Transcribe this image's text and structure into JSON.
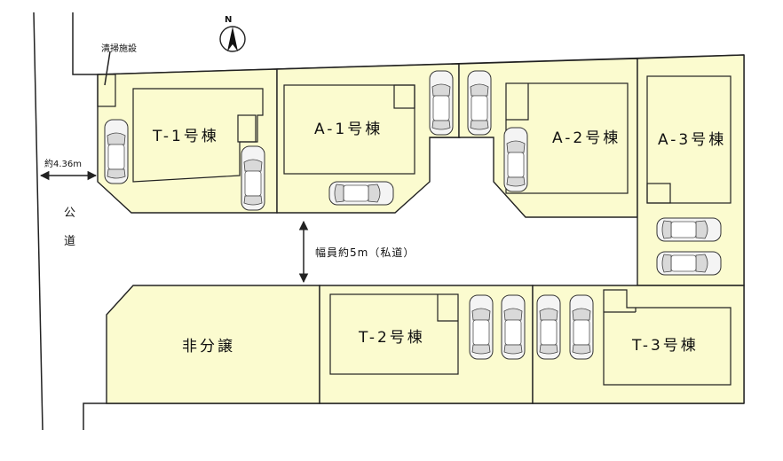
{
  "compass": {
    "north_label": "N"
  },
  "facility": {
    "label": "清掃施設"
  },
  "road": {
    "name_char_1": "公",
    "name_char_2": "道",
    "width_label": "約4.36m"
  },
  "private_road": {
    "label": "幅員約5m（私道）"
  },
  "lots": {
    "t1": "T-1号棟",
    "a1": "A-1号棟",
    "a2": "A-2号棟",
    "a3": "A-3号棟",
    "non_sale": "非分譲",
    "t2": "T-2号棟",
    "t3": "T-3号棟"
  }
}
